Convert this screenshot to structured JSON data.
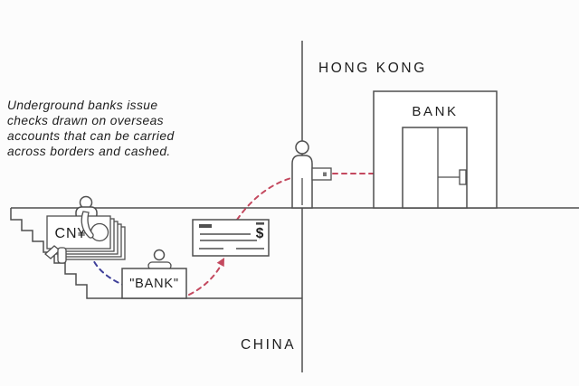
{
  "colors": {
    "background": "#fcfcfc",
    "line": "#4f4f4f",
    "text": "#1e1e1e",
    "arrow_red": "#c4495f",
    "arrow_blue": "#3e3f99"
  },
  "caption": {
    "line1": "Underground banks issue",
    "line2": "checks drawn on overseas",
    "line3": "accounts that can be carried",
    "line4": "across borders and cashed."
  },
  "labels": {
    "hong_kong": "HONG KONG",
    "china": "CHINA",
    "bank_building": "BANK",
    "underground_bank": "\"BANK\"",
    "money_currency": "CN¥",
    "check_currency": "$"
  }
}
